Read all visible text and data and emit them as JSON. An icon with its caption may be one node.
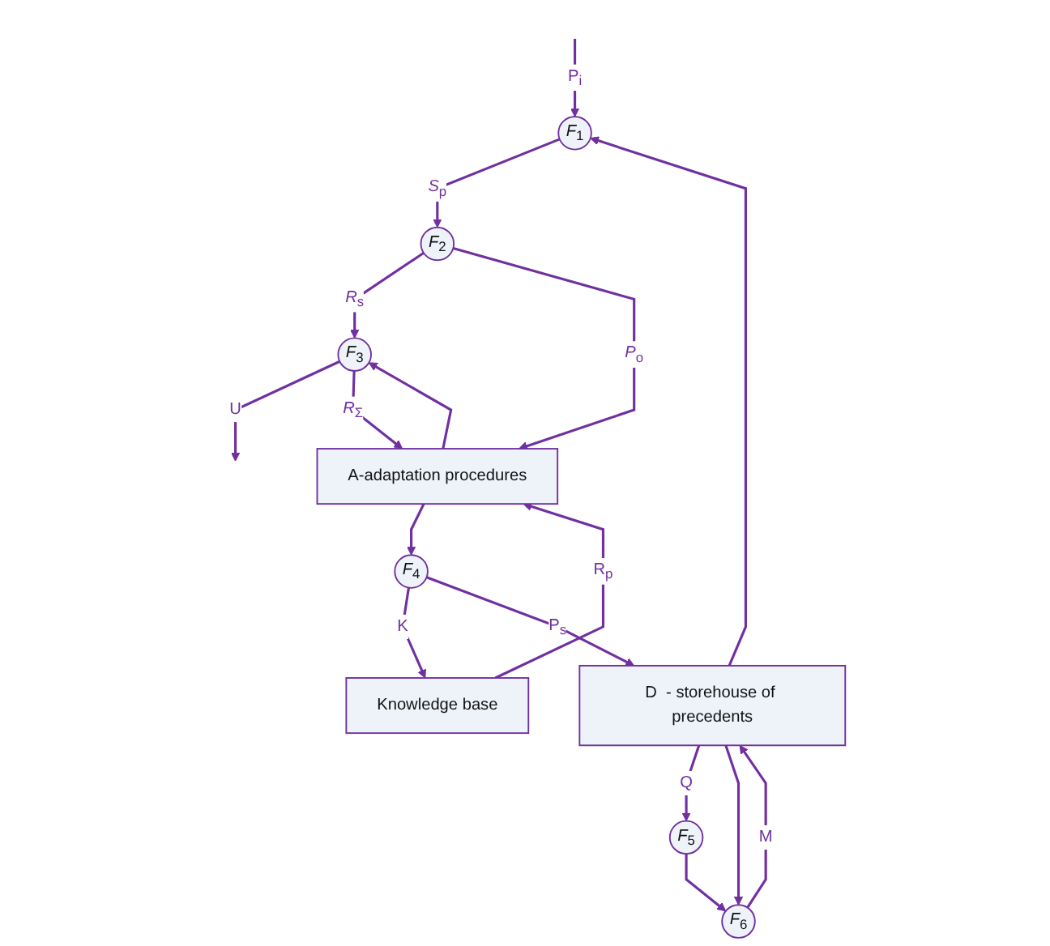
{
  "diagram": {
    "nodes": [
      {
        "text": [
          "*F*$_{1}$"
        ]
      },
      {
        "text": [
          "*F*$_{2}$"
        ]
      },
      {
        "text": [
          "*F*$_{3}$"
        ]
      },
      {
        "text": [
          "A-adaptation procedures"
        ]
      },
      {
        "text": [
          "Knowledge base"
        ]
      },
      {
        "text": [
          "*F*$_{4}$"
        ]
      },
      {
        "text": [
          "D  - storehouse of precedents"
        ]
      },
      {
        "text": [
          "*F*$_{5}$"
        ]
      },
      {
        "text": [
          "*F*$_{6}$"
        ]
      }
    ],
    "edges": [
      {
        "from": null,
        "to": 0,
        "arrow": "to",
        "label": "P$_{i}$"
      },
      {
        "from": 0,
        "to": 1,
        "arrow": "to",
        "label": "*S*$_{p}$"
      },
      {
        "from": 1,
        "to": 2,
        "arrow": "to",
        "label": "*R*$_{s}$"
      },
      {
        "from": 2,
        "to": null,
        "arrow": "to",
        "label": "U"
      },
      {
        "from": 2,
        "to": 3,
        "arrow": "to",
        "label": "*R*$_{Σ}$"
      },
      {
        "from": 1,
        "to": 3,
        "arrow": "to",
        "label": "*P*$_{o}$"
      },
      {
        "from": 3,
        "to": 2,
        "arrow": "to"
      },
      {
        "from": 3,
        "to": 5,
        "arrow": "to"
      },
      {
        "from": 5,
        "to": 4,
        "arrow": "to",
        "label": "K"
      },
      {
        "from": 4,
        "to": 3,
        "arrow": "to",
        "label": "R$_{p}$"
      },
      {
        "from": 5,
        "to": 6,
        "arrow": "to",
        "label": "P$_{s}$"
      },
      {
        "from": 6,
        "to": 0,
        "arrow": "to"
      },
      {
        "from": 6,
        "to": 7,
        "arrow": "to",
        "label": "Q"
      },
      {
        "from": 7,
        "to": 8,
        "arrow": "to"
      },
      {
        "from": 8,
        "to": 6,
        "arrow": "to",
        "label": "M"
      },
      {
        "from": 6,
        "to": 8,
        "arrow": "to"
      }
    ]
  }
}
